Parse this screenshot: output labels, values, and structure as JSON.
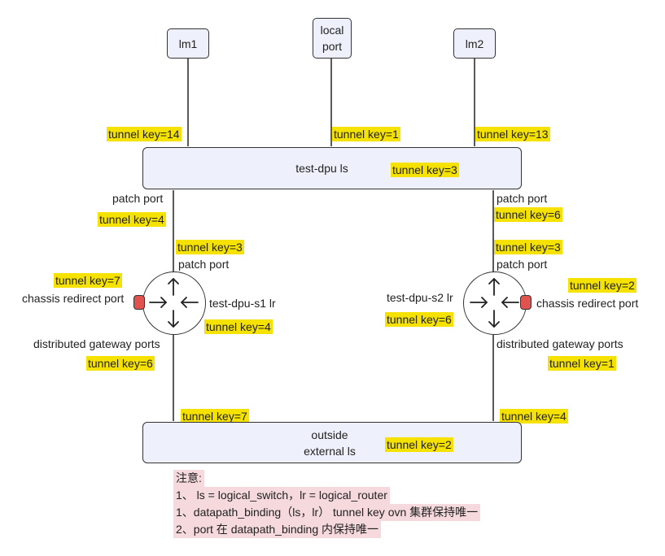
{
  "nodes": {
    "lm1": "lm1",
    "local_port": [
      "local",
      "port"
    ],
    "lm2": "lm2",
    "test_dpu_ls": "test-dpu ls",
    "outside_ls": [
      "outside",
      "external ls"
    ],
    "router_s1": "test-dpu-s1 lr",
    "router_s2": "test-dpu-s2 lr"
  },
  "labels": {
    "lm1_key": "tunnel key=14",
    "local_key": "tunnel key=1",
    "lm2_key": "tunnel key=13",
    "ls_key": "tunnel key=3",
    "left_patch_port": "patch port",
    "left_patch_key": "tunnel key=4",
    "right_patch_port": "patch port",
    "right_patch_key": "tunnel key=6",
    "s1_patch_key": "tunnel key=3",
    "s1_patch_port": "patch port",
    "s2_patch_key": "tunnel key=3",
    "s2_patch_port": "patch port",
    "s1_crp_key": "tunnel key=7",
    "s1_crp": "chassis redirect port",
    "s2_crp_key": "tunnel key=2",
    "s2_crp": "chassis redirect port",
    "s1_router_key": "tunnel key=4",
    "s2_router_key": "tunnel key=6",
    "s1_dgp": "distributed gateway ports",
    "s1_dgp_key": "tunnel key=6",
    "s2_dgp": "distributed gateway ports",
    "s2_dgp_key": "tunnel key=1",
    "outside_left_key": "tunnel key=7",
    "outside_right_key": "tunnel key=4",
    "outside_ls_key": "tunnel key=2"
  },
  "note": {
    "title": "注意:",
    "lines": [
      "1、 ls = logical_switch，lr = logical_router",
      "1、datapath_binding（ls，lr） tunnel key  ovn 集群保持唯一",
      "2、port 在 datapath_binding 内保持唯一"
    ]
  },
  "colors": {
    "highlight": "#f5e200",
    "box_fill": "#eef1fb",
    "note_bg": "#f5d9dd",
    "crp_fill": "#e0534f"
  }
}
